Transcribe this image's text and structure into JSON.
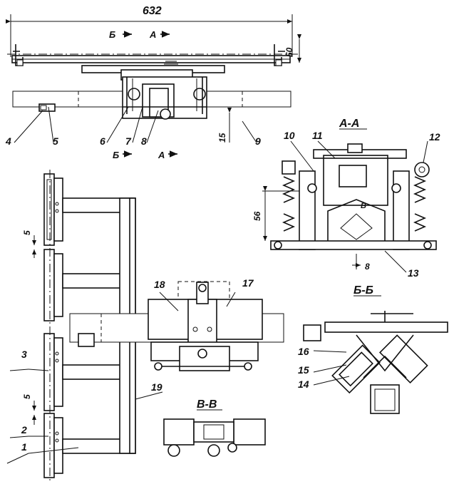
{
  "dimensions": {
    "overall_width": "632",
    "height_right": "50",
    "gap_top": "5",
    "gap_bottom": "5",
    "offset_15": "15",
    "height_56": "56",
    "dim_8": "8"
  },
  "section_marks": {
    "a": "А",
    "b": "Б",
    "v": "В"
  },
  "section_titles": {
    "aa": "А-А",
    "bb": "Б-Б",
    "vv": "В-В"
  },
  "callouts": {
    "c1": "1",
    "c2": "2",
    "c3": "3",
    "c4": "4",
    "c5": "5",
    "c6": "6",
    "c7": "7",
    "c8": "8",
    "c9": "9",
    "c10": "10",
    "c11": "11",
    "c12": "12",
    "c13": "13",
    "c14": "14",
    "c15": "15",
    "c16": "16",
    "c17": "17",
    "c18": "18",
    "c19": "19"
  },
  "colors": {
    "ink": "#111111",
    "paper": "#ffffff",
    "hatch": "#222222"
  }
}
